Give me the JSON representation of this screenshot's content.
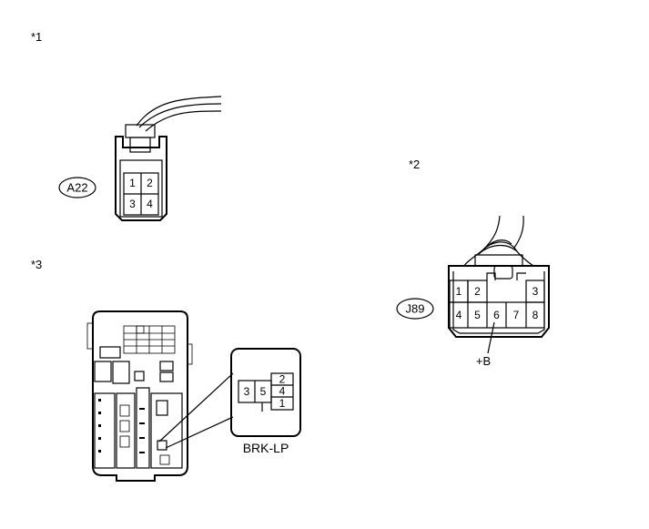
{
  "refs": {
    "r1": "*1",
    "r2": "*2",
    "r3": "*3"
  },
  "a22": {
    "tag": "A22",
    "pins": [
      "1",
      "2",
      "3",
      "4"
    ]
  },
  "j89": {
    "tag": "J89",
    "pins": [
      "1",
      "2",
      "3",
      "4",
      "5",
      "6",
      "7",
      "8"
    ],
    "terminal_label": "+B"
  },
  "brk": {
    "pins": [
      "3",
      "5",
      "2",
      "4",
      "1"
    ],
    "name": "BRK-LP"
  }
}
